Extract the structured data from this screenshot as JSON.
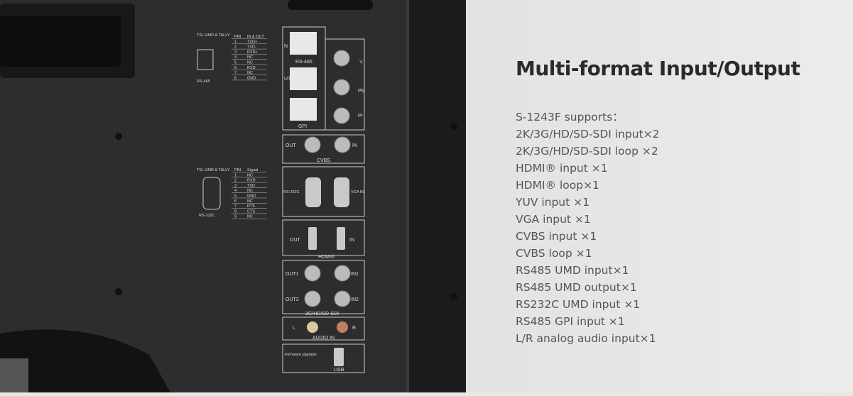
{
  "heading": "Multi-format Input/Output",
  "features": [
    "S-1243F supports：",
    "2K/3G/HD/SD-SDI input×2",
    "2K/3G/HD/SD-SDI loop ×2",
    "HDMI® input ×1",
    "HDMI® loop×1",
    "YUV input ×1",
    "VGA input ×1",
    "CVBS input ×1",
    "CVBS loop ×1",
    "RS485 UMD input×1",
    "RS485 UMD output×1",
    "RS232C UMD input ×1",
    "RS485 GPI input ×1",
    "L/R analog audio input×1"
  ],
  "panel": {
    "rs485_title": "TSL UMD & TALLY",
    "rs485_label": "RS-485",
    "rs485_headers": [
      "PIN",
      "IN & OUT"
    ],
    "rs485_rows": [
      [
        "1",
        "TXD+"
      ],
      [
        "2",
        "TXD-"
      ],
      [
        "3",
        "RXD+"
      ],
      [
        "4",
        "NC"
      ],
      [
        "5",
        "NC"
      ],
      [
        "6",
        "RXD-"
      ],
      [
        "7",
        "NC"
      ],
      [
        "8",
        "GND"
      ]
    ],
    "rs232_title": "TSL UMD & TALLY",
    "rs232_label": "RS-232C",
    "rs232_headers": [
      "PIN",
      "Signal"
    ],
    "rs232_rows": [
      [
        "1",
        "NC"
      ],
      [
        "2",
        "RXD"
      ],
      [
        "3",
        "TXD"
      ],
      [
        "4",
        "NC"
      ],
      [
        "5",
        "GND"
      ],
      [
        "6",
        "NC"
      ],
      [
        "7",
        "RTS"
      ],
      [
        "8",
        "CTS"
      ],
      [
        "9",
        "NC"
      ]
    ],
    "ports": {
      "rs485": "RS-485",
      "gpi": "GPI",
      "y": "Y",
      "pb": "Pb",
      "pr": "Pr",
      "cvbs": "CVBS",
      "out": "OUT",
      "in": "IN",
      "rs232c": "RS-232C",
      "vga": "VGA IN",
      "hdmi": "HDMI®",
      "out1": "OUT1",
      "in1": "IN1",
      "out2": "OUT2",
      "in2": "IN2",
      "sdi": "3G/HD/SD-SDI",
      "l": "L",
      "r": "R",
      "audio": "AUDIO IN",
      "fw": "Firmware upgrade",
      "usb": "USB",
      "n": "N",
      "ut": "UT"
    }
  }
}
